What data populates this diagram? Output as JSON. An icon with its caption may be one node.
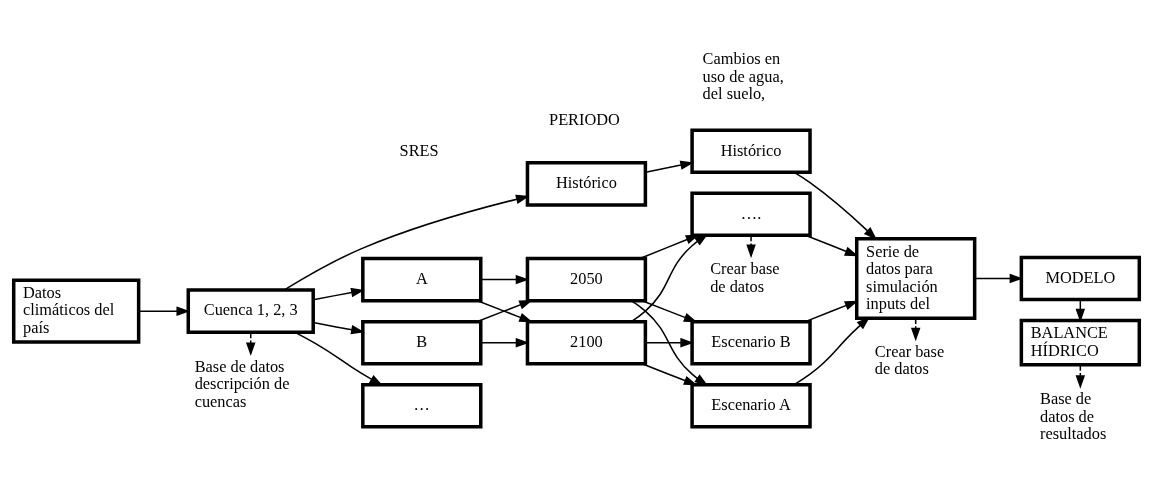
{
  "diagram": {
    "nodes": [
      {
        "text": [
          "Datos climáticos del país"
        ]
      },
      {
        "text": [
          "Cuenca 1, 2, 3"
        ]
      },
      {
        "text": [
          "A"
        ]
      },
      {
        "text": [
          "B"
        ]
      },
      {
        "text": [
          "…"
        ]
      },
      {
        "text": [
          "Histórico"
        ]
      },
      {
        "text": [
          "2050"
        ]
      },
      {
        "text": [
          "2100"
        ]
      },
      {
        "text": [
          "Histórico"
        ]
      },
      {
        "text": [
          "Escenario A"
        ]
      },
      {
        "text": [
          "Escenario B"
        ]
      },
      {
        "text": [
          "…."
        ]
      },
      {
        "text": [
          "Serie de datos para simulación inputs del"
        ]
      },
      {
        "text": [
          "MODELO"
        ]
      },
      {
        "text": [
          "BALANCE HÍDRICO"
        ]
      },
      {
        "text": [
          "Base de datos descripción de cuencas"
        ]
      },
      {
        "text": [
          "Crear base de datos"
        ]
      },
      {
        "text": [
          "Crear base de datos"
        ]
      },
      {
        "text": [
          "Base de datos de resultados"
        ]
      }
    ],
    "edges": [
      {
        "from": 0,
        "to": 1,
        "arrow": "to"
      },
      {
        "from": 1,
        "to": 5,
        "arrow": "to"
      },
      {
        "from": 1,
        "to": 2,
        "arrow": "to"
      },
      {
        "from": 1,
        "to": 3,
        "arrow": "to"
      },
      {
        "from": 1,
        "to": 4,
        "arrow": "to"
      },
      {
        "from": 2,
        "to": 6,
        "arrow": "to"
      },
      {
        "from": 2,
        "to": 7,
        "arrow": "to"
      },
      {
        "from": 3,
        "to": 6,
        "arrow": "to"
      },
      {
        "from": 3,
        "to": 7,
        "arrow": "to"
      },
      {
        "from": 5,
        "to": 8,
        "arrow": "to"
      },
      {
        "from": 6,
        "to": 9,
        "arrow": "to"
      },
      {
        "from": 6,
        "to": 10,
        "arrow": "to"
      },
      {
        "from": 6,
        "to": 11,
        "arrow": "to"
      },
      {
        "from": 7,
        "to": 9,
        "arrow": "to"
      },
      {
        "from": 7,
        "to": 10,
        "arrow": "to"
      },
      {
        "from": 7,
        "to": 11,
        "arrow": "to"
      },
      {
        "from": 8,
        "to": 12,
        "arrow": "to"
      },
      {
        "from": 9,
        "to": 12,
        "arrow": "to"
      },
      {
        "from": 10,
        "to": 12,
        "arrow": "to"
      },
      {
        "from": 11,
        "to": 12,
        "arrow": "to"
      },
      {
        "from": 12,
        "to": 13,
        "arrow": "to"
      },
      {
        "from": 13,
        "to": 14,
        "arrow": "to"
      },
      {
        "from": 1,
        "to": 15,
        "arrow": "to",
        "style": "dashed"
      },
      {
        "from": 11,
        "to": 16,
        "arrow": "to",
        "style": "dashed"
      },
      {
        "from": 12,
        "to": 17,
        "arrow": "to",
        "style": "dashed"
      },
      {
        "from": 14,
        "to": 18,
        "arrow": "to",
        "style": "dashed"
      }
    ],
    "labels": [
      "SRES",
      "PERIODO",
      "Cambios en uso de agua, del suelo,"
    ]
  }
}
